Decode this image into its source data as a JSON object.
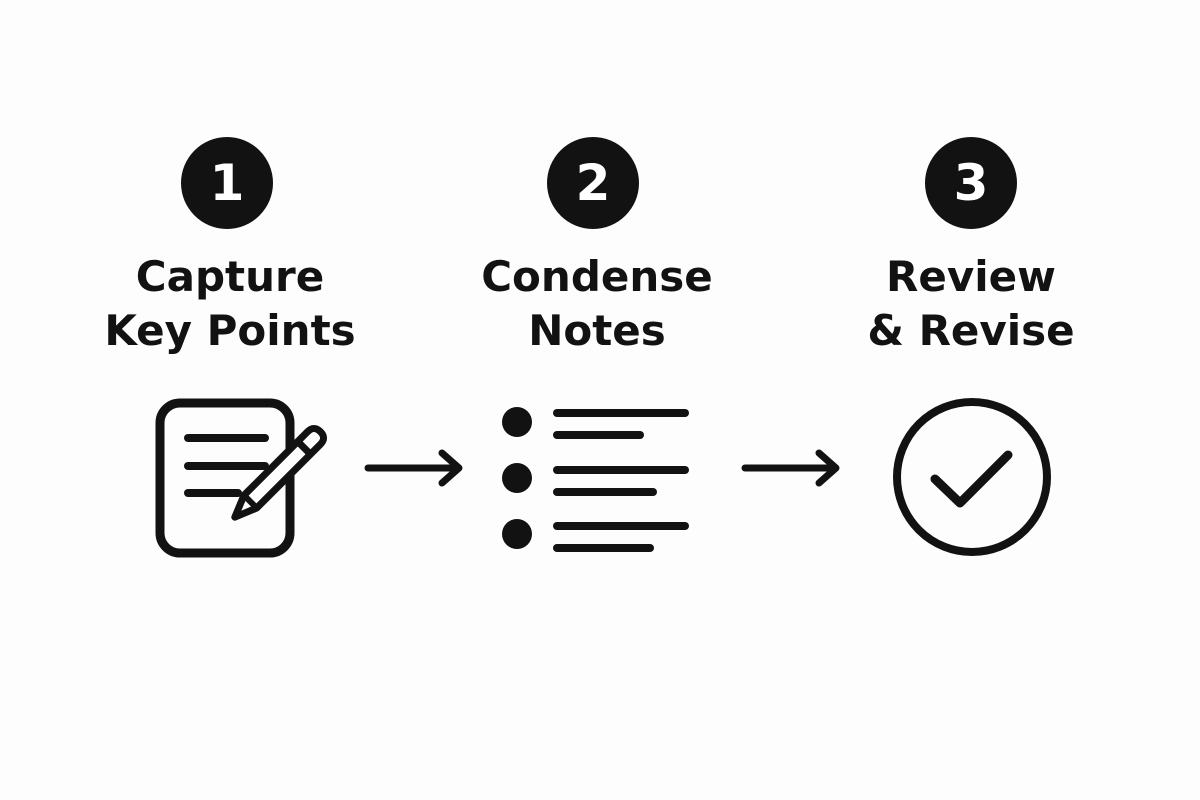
{
  "steps": [
    {
      "number": "1",
      "title_line1": "Capture",
      "title_line2": "Key Points",
      "icon": "notepad-pencil-icon"
    },
    {
      "number": "2",
      "title_line1": "Condense",
      "title_line2": "Notes",
      "icon": "bullet-list-icon"
    },
    {
      "number": "3",
      "title_line1": "Review",
      "title_line2": "& Revise",
      "icon": "check-circle-icon"
    }
  ],
  "connectors": [
    "arrow-right-icon",
    "arrow-right-icon"
  ],
  "colors": {
    "ink": "#121212",
    "background": "#fdfdfd",
    "badge_text": "#ffffff"
  }
}
